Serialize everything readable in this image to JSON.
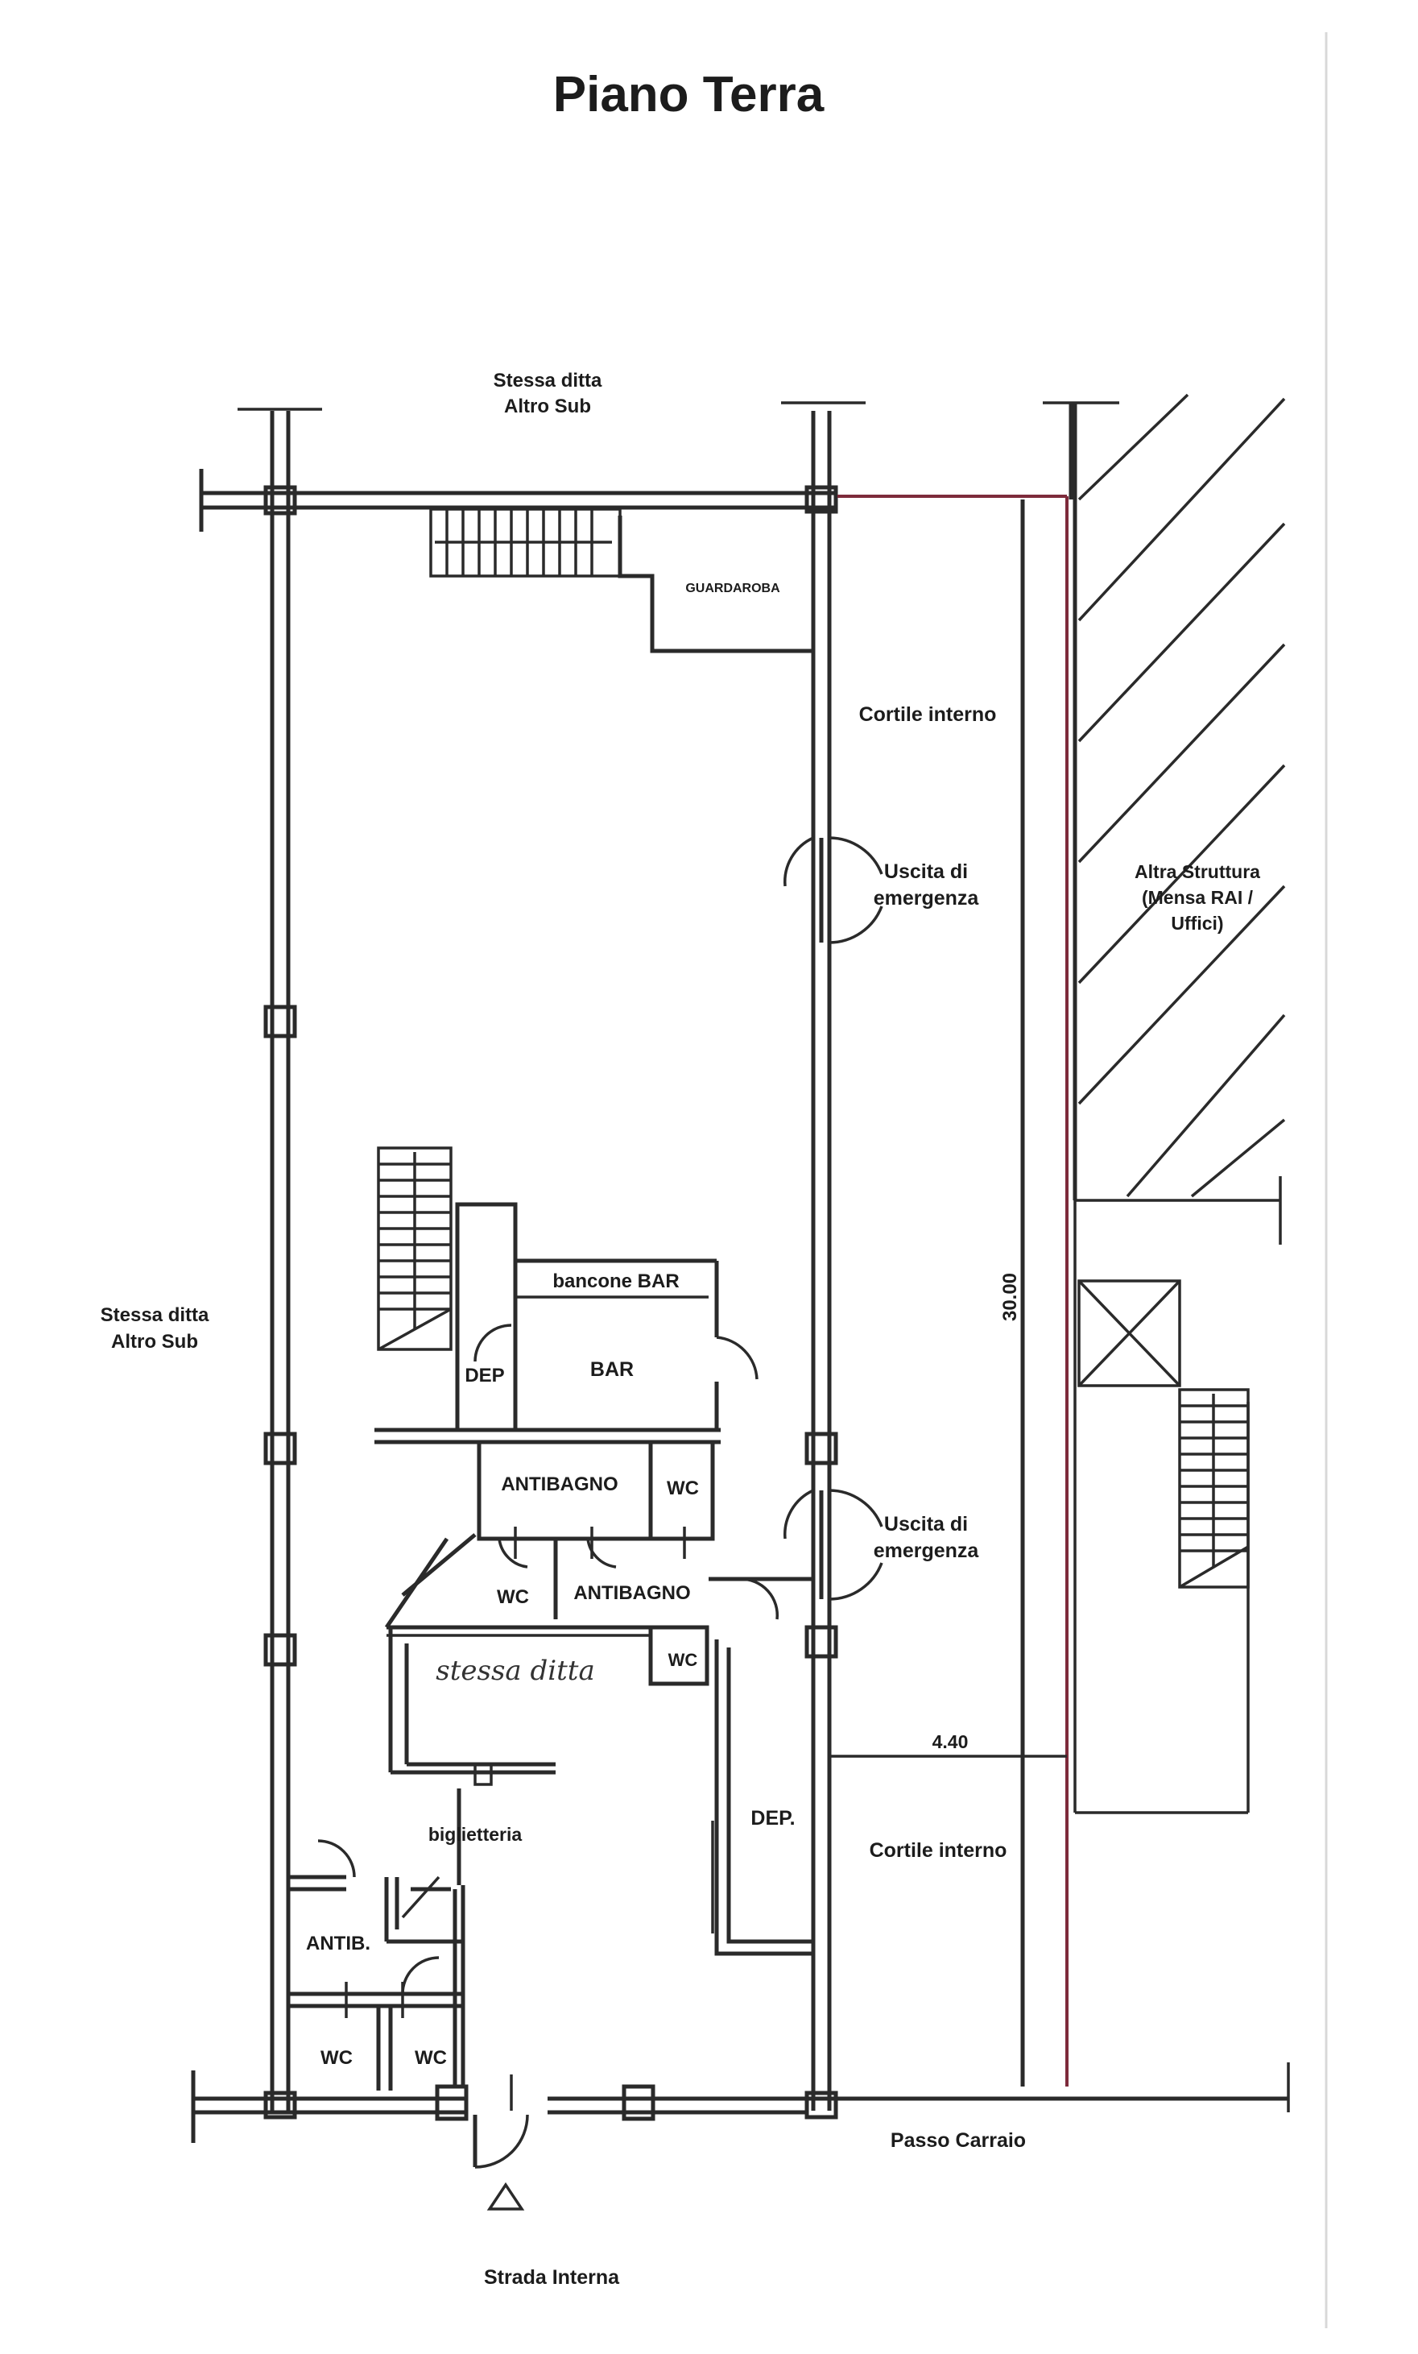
{
  "plan": {
    "title": "Piano Terra",
    "labels": {
      "top_neighbor_1": "Stessa ditta",
      "top_neighbor_2": "Altro Sub",
      "left_neighbor_1": "Stessa ditta",
      "left_neighbor_2": "Altro Sub",
      "guardaroba": "GUARDAROBA",
      "cortile_top": "Cortile interno",
      "cortile_bottom": "Cortile interno",
      "exit_top_1": "Uscita di",
      "exit_top_2": "emergenza",
      "exit_bottom_1": "Uscita di",
      "exit_bottom_2": "emergenza",
      "altra_1": "Altra Struttura",
      "altra_2": "(Mensa RAI /",
      "altra_3": "Uffici)",
      "bancone": "bancone BAR",
      "bar": "BAR",
      "dep_bar": "DEP",
      "antibagno_1": "ANTIBAGNO",
      "wc_1": "WC",
      "wc_2": "WC",
      "antibagno_2": "ANTIBAGNO",
      "wc_3": "WC",
      "stessa_ditta": "stessa ditta",
      "dep_2": "DEP.",
      "biglietteria": "biglietteria",
      "antib": "ANTIB.",
      "wc_4": "WC",
      "wc_5": "WC",
      "dim_30": "30.00",
      "dim_440": "4.40",
      "passo_carraio": "Passo Carraio",
      "strada_interna": "Strada Interna"
    },
    "colors": {
      "ink": "#2a2a2a",
      "red_line": "#7d2b3b",
      "paper": "#ffffff"
    }
  }
}
